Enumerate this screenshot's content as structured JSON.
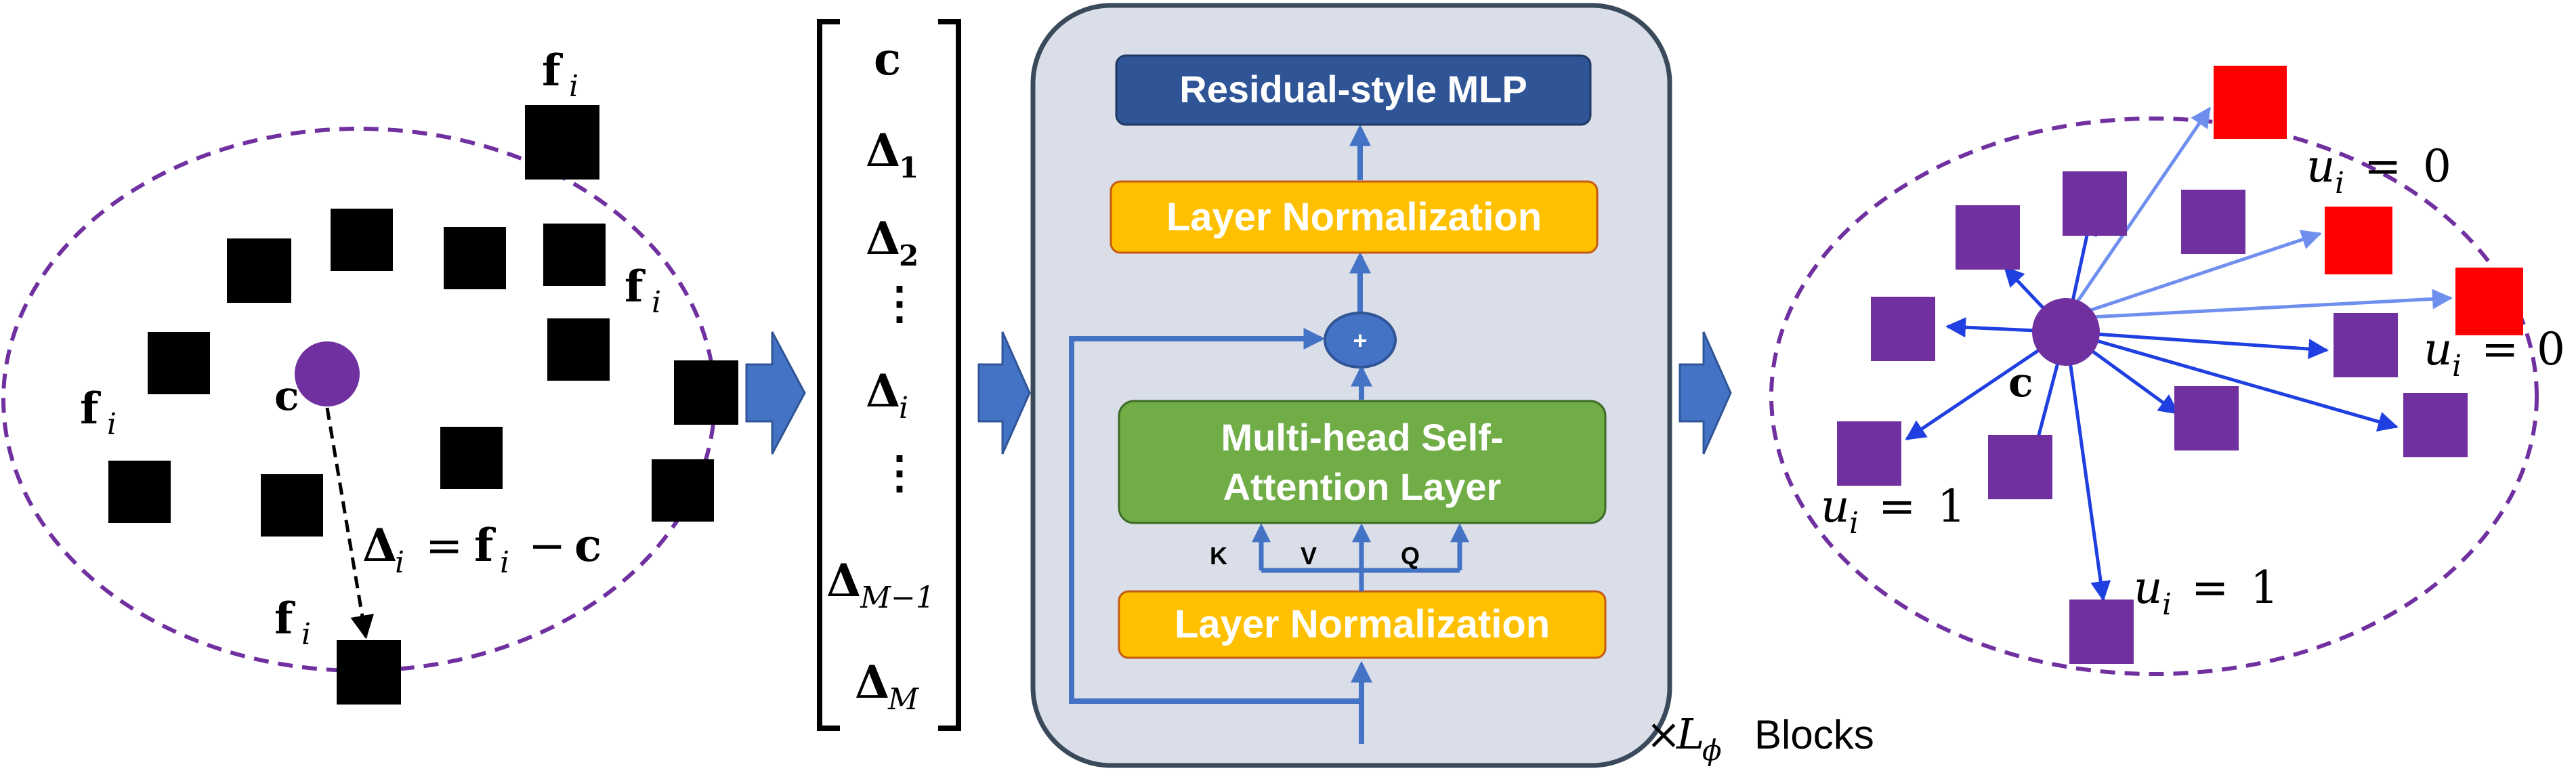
{
  "left_panel": {
    "feature_label": "f",
    "feature_sub": "i",
    "center_label": "c",
    "delta_symbol": "Δ",
    "delta_sub": "i",
    "equals": "=",
    "minus": "−"
  },
  "sequence": {
    "items": [
      {
        "main": "c",
        "sub": ""
      },
      {
        "main": "Δ",
        "sub": "1"
      },
      {
        "main": "Δ",
        "sub": "2"
      },
      {
        "main": "⋮",
        "sub": ""
      },
      {
        "main": "Δ",
        "sub": "i"
      },
      {
        "main": "⋮",
        "sub": ""
      },
      {
        "main": "Δ",
        "sub": "M−1"
      },
      {
        "main": "Δ",
        "sub": "M"
      }
    ]
  },
  "transformer_block": {
    "mlp_label": "Residual-style MLP",
    "norm_top_label": "Layer Normalization",
    "add_label": "+",
    "attention_line1": "Multi-head Self-",
    "attention_line2": "Attention Layer",
    "kvq_labels": [
      "K",
      "V",
      "Q"
    ],
    "norm_bottom_label": "Layer Normalization",
    "repeat_times": "×",
    "repeat_symbol": "L",
    "repeat_sub": "ϕ",
    "repeat_word": "Blocks"
  },
  "right_panel": {
    "center_label": "c",
    "u_symbol": "u",
    "u_sub": "i",
    "u_eq": "=",
    "u_outlier_value": "0",
    "u_inlier_value": "1"
  },
  "colors": {
    "ellipse_dash": "#7030A0",
    "purple": "#7030A0",
    "red": "#FF0000",
    "blue_arrow": "#1F3FE0",
    "light_arrow": "#6F8FEF",
    "block_arrow": "#4472C4",
    "mlp_box": "#2F5597",
    "norm_box": "#FFC000",
    "attn_box": "#70AD47",
    "panel_bg": "#D9DEE8"
  }
}
